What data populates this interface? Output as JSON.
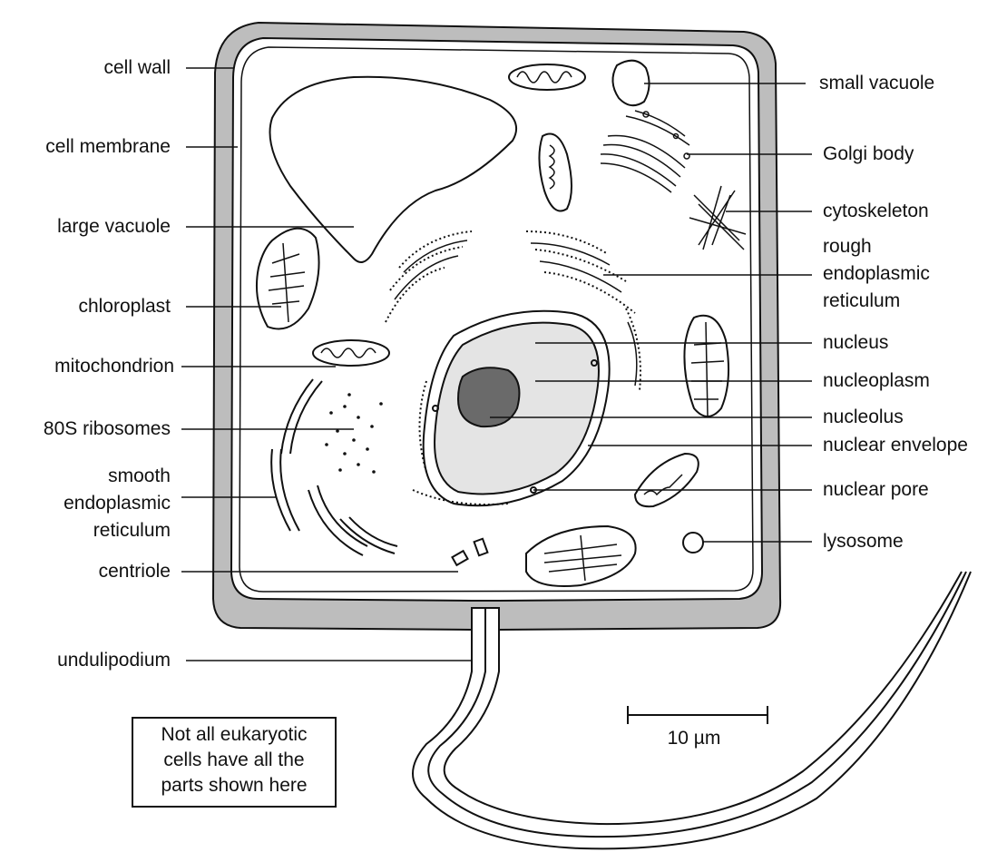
{
  "labels_left": {
    "cell_wall": "cell wall",
    "cell_membrane": "cell membrane",
    "large_vacuole": "large vacuole",
    "chloroplast": "chloroplast",
    "mitochondrion": "mitochondrion",
    "ribosomes_80s": "80S ribosomes",
    "smooth_er": [
      "smooth",
      "endoplasmic",
      "reticulum"
    ],
    "centriole": "centriole",
    "undulipodium": "undulipodium"
  },
  "labels_right": {
    "small_vacuole": "small vacuole",
    "golgi_body": "Golgi body",
    "cytoskeleton": "cytoskeleton",
    "rough_er": [
      "rough",
      "endoplasmic",
      "reticulum"
    ],
    "nucleus": "nucleus",
    "nucleoplasm": "nucleoplasm",
    "nucleolus": "nucleolus",
    "nuclear_envelope": "nuclear envelope",
    "nuclear_pore": "nuclear pore",
    "lysosome": "lysosome"
  },
  "note": [
    "Not all eukaryotic",
    "cells have all the",
    "parts shown here"
  ],
  "scale_bar": "10 µm",
  "colors": {
    "line": "#111111",
    "cell_wall_fill": "#bdbdbd",
    "nucleoplasm_fill": "#e4e4e4",
    "nucleolus_fill": "#6a6a6a"
  }
}
